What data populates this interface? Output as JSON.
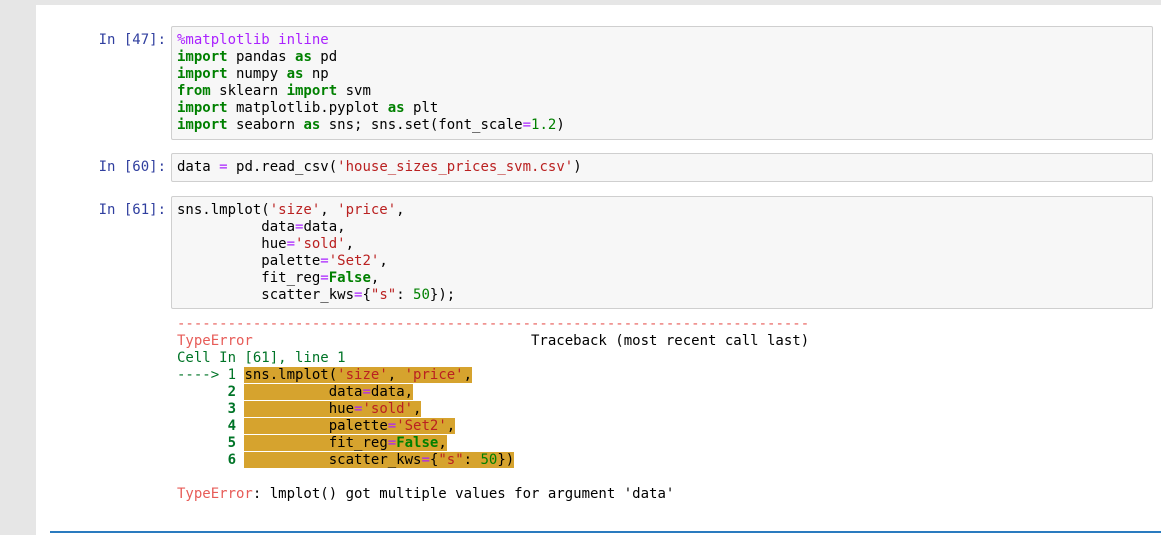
{
  "cells": [
    {
      "prompt": "In [47]:",
      "code": {
        "l1_magic": "%matplotlib inline",
        "l2": [
          "import",
          " pandas ",
          "as",
          " pd"
        ],
        "l3": [
          "import",
          " numpy ",
          "as",
          " np"
        ],
        "l4": [
          "from",
          " sklearn ",
          "import",
          " svm"
        ],
        "l5": [
          "import",
          " matplotlib.pyplot ",
          "as",
          " plt"
        ],
        "l6": [
          "import",
          " seaborn ",
          "as",
          " sns; sns.set(font_scale",
          "=",
          "1.2",
          ")"
        ]
      }
    },
    {
      "prompt": "In [60]:",
      "code": [
        "data ",
        "=",
        " pd.read_csv(",
        "'house_sizes_prices_svm.csv'",
        ")"
      ]
    },
    {
      "prompt": "In [61]:",
      "code": {
        "l1": [
          "sns.lmplot(",
          "'size'",
          ", ",
          "'price'",
          ","
        ],
        "l2": [
          "          data",
          "=",
          "data,"
        ],
        "l3": [
          "          hue",
          "=",
          "'sold'",
          ","
        ],
        "l4": [
          "          palette",
          "=",
          "'Set2'",
          ","
        ],
        "l5": [
          "          fit_reg",
          "=",
          "False",
          ","
        ],
        "l6": [
          "          scatter_kws",
          "=",
          "{",
          "\"s\"",
          ": ",
          "50",
          "});"
        ]
      }
    }
  ],
  "error": {
    "rule": "---------------------------------------------------------------------------",
    "name": "TypeError",
    "traceback_label": "Traceback (most recent call last)",
    "cell_ref": "Cell In [61], line 1",
    "arrow": "----> 1",
    "lines": [
      {
        "no": "1",
        "parts": [
          "sns.lmplot(",
          "'size'",
          ", ",
          "'price'",
          ","
        ]
      },
      {
        "no": "2",
        "parts": [
          "          data",
          "=",
          "data,"
        ]
      },
      {
        "no": "3",
        "parts": [
          "          hue",
          "=",
          "'sold'",
          ","
        ]
      },
      {
        "no": "4",
        "parts": [
          "          palette",
          "=",
          "'Set2'",
          ","
        ]
      },
      {
        "no": "5",
        "parts": [
          "          fit_reg",
          "=",
          "False",
          ","
        ]
      },
      {
        "no": "6",
        "parts": [
          "          scatter_kws",
          "=",
          "{",
          "\"s\"",
          ": ",
          "50",
          "})"
        ]
      }
    ],
    "message_name": "TypeError",
    "message": ": lmplot() got multiple values for argument 'data'"
  }
}
